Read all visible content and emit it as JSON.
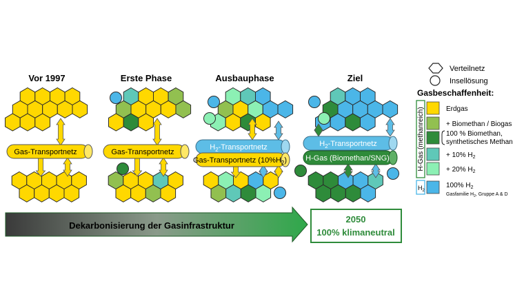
{
  "colors": {
    "erdgas": "#ffd800",
    "biomethan": "#92c050",
    "synthetic": "#2e8b3a",
    "h2_10": "#5fc8b8",
    "h2_20": "#8cf0b4",
    "h2_100": "#4bb6e8",
    "hex_stroke": "#2a2a2a",
    "pipe_yellow": "#ffd800",
    "pipe_blue": "#5dbde6",
    "pipe_green": "#2f8b3a",
    "goal_border": "#2e8b3a"
  },
  "phases": [
    {
      "title": "Vor 1997"
    },
    {
      "title": "Erste Phase"
    },
    {
      "title": "Ausbauphase"
    },
    {
      "title": "Ziel"
    }
  ],
  "pipes": {
    "gas_transport": "Gas-Transportnetz",
    "h2_prefix": "H",
    "h2_sub": "2",
    "h2_suffix": "-Transportnetz",
    "gas_10_prefix": "Gas-Transportnetz (10%H",
    "gas_10_sub": "2",
    "gas_10_suffix": ")",
    "hgas_bio": "H-Gas (Biomethan/SNG)"
  },
  "legend": {
    "verteilnetz": "Verteilnetz",
    "insel": "Insellösung",
    "heading": "Gasbeschaffenheit:",
    "hgas_vertical": "H-Gas (methanreich)",
    "erdgas": "Erdgas",
    "biomethan": "+ Biomethan / Biogas",
    "synth_line1": "100 % Biomethan,",
    "synth_line2": "synthetisches Methan",
    "h2_10_prefix": "+ 10% H",
    "h2_10_sub": "2",
    "h2_20_prefix": "+ 20% H",
    "h2_20_sub": "2",
    "h2_box_main": "H",
    "h2_box_sub": "2",
    "h2_100_prefix": "100% H",
    "h2_100_sub": "2",
    "family_prefix": "Gasfamilie H",
    "family_sub": "2",
    "family_suffix": ", Gruppe A & D"
  },
  "arrow_text": "Dekarbonisierung der Gasinfrastruktur",
  "goal": {
    "year": "2050",
    "text": "100% klimaneutral"
  }
}
